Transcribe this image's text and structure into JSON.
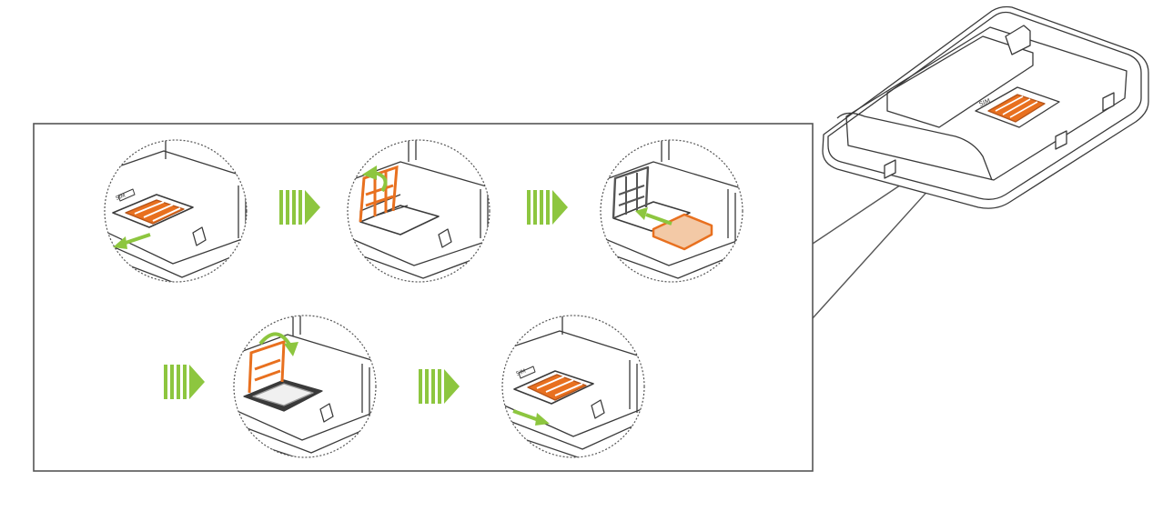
{
  "diagram": {
    "steps": [
      {
        "id": "step-1",
        "action": "slide-cover-open",
        "arrow_direction": "left"
      },
      {
        "id": "step-2",
        "action": "lift-cover",
        "arrow_direction": "up"
      },
      {
        "id": "step-3",
        "action": "insert-sim-card",
        "arrow_direction": "left"
      },
      {
        "id": "step-4",
        "action": "close-cover",
        "arrow_direction": "down"
      },
      {
        "id": "step-5",
        "action": "slide-cover-locked",
        "arrow_direction": "right"
      }
    ],
    "step_arrow_count": 4,
    "device_label": "SIM",
    "colors": {
      "line": "#3a3a3a",
      "accent": "#e8701f",
      "accent_dark": "#b4541a",
      "arrow": "#8dc63f",
      "frame": "#555555",
      "sim_card": "#f3c9a6"
    }
  }
}
